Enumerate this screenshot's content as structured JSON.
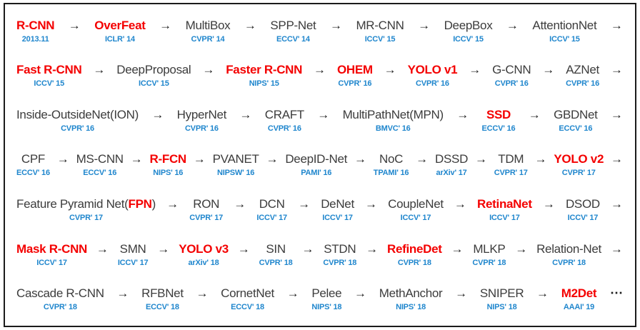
{
  "figure": {
    "title_semantic": "object-detection-milestones-timeline",
    "colors": {
      "highlight_red": "#f40000",
      "venue_blue": "#1f86cd",
      "name_black": "#3c3c3c",
      "border_black": "#1b1b1b",
      "background": "#ffffff"
    },
    "arrow_glyph": "→",
    "ellipsis_glyph": "⋯",
    "rows": [
      {
        "trailing_arrow": true,
        "trailing_ellipsis": false,
        "items": [
          {
            "parts": [
              {
                "t": "R-CNN",
                "red": true
              }
            ],
            "venue": "2013.11"
          },
          {
            "parts": [
              {
                "t": "OverFeat",
                "red": true
              }
            ],
            "venue": "ICLR' 14"
          },
          {
            "parts": [
              {
                "t": "MultiBox",
                "red": false
              }
            ],
            "venue": "CVPR' 14"
          },
          {
            "parts": [
              {
                "t": "SPP-Net",
                "red": false
              }
            ],
            "venue": "ECCV' 14"
          },
          {
            "parts": [
              {
                "t": "MR-CNN",
                "red": false
              }
            ],
            "venue": "ICCV' 15"
          },
          {
            "parts": [
              {
                "t": "DeepBox",
                "red": false
              }
            ],
            "venue": "ICCV' 15"
          },
          {
            "parts": [
              {
                "t": "AttentionNet",
                "red": false
              }
            ],
            "venue": "ICCV' 15"
          }
        ]
      },
      {
        "trailing_arrow": true,
        "trailing_ellipsis": false,
        "items": [
          {
            "parts": [
              {
                "t": "Fast R-CNN",
                "red": true
              }
            ],
            "venue": "ICCV' 15"
          },
          {
            "parts": [
              {
                "t": "DeepProposal",
                "red": false
              }
            ],
            "venue": "ICCV' 15"
          },
          {
            "parts": [
              {
                "t": "Faster R-CNN",
                "red": true
              }
            ],
            "venue": "NIPS' 15"
          },
          {
            "parts": [
              {
                "t": "OHEM",
                "red": true
              }
            ],
            "venue": "CVPR' 16"
          },
          {
            "parts": [
              {
                "t": "YOLO v1",
                "red": true
              }
            ],
            "venue": "CVPR' 16"
          },
          {
            "parts": [
              {
                "t": "G-CNN",
                "red": false
              }
            ],
            "venue": "CVPR' 16"
          },
          {
            "parts": [
              {
                "t": "AZNet",
                "red": false
              }
            ],
            "venue": "CVPR' 16"
          }
        ]
      },
      {
        "trailing_arrow": true,
        "trailing_ellipsis": false,
        "items": [
          {
            "parts": [
              {
                "t": "Inside-OutsideNet(ION)",
                "red": false
              }
            ],
            "venue": "CVPR' 16"
          },
          {
            "parts": [
              {
                "t": "HyperNet",
                "red": false
              }
            ],
            "venue": "CVPR' 16"
          },
          {
            "parts": [
              {
                "t": "CRAFT",
                "red": false
              }
            ],
            "venue": "CVPR' 16"
          },
          {
            "parts": [
              {
                "t": "MultiPathNet(MPN)",
                "red": false
              }
            ],
            "venue": "BMVC' 16"
          },
          {
            "parts": [
              {
                "t": "SSD",
                "red": true
              }
            ],
            "venue": "ECCV' 16"
          },
          {
            "parts": [
              {
                "t": "GBDNet",
                "red": false
              }
            ],
            "venue": "ECCV' 16"
          }
        ]
      },
      {
        "trailing_arrow": true,
        "trailing_ellipsis": false,
        "items": [
          {
            "parts": [
              {
                "t": "CPF",
                "red": false
              }
            ],
            "venue": "ECCV' 16"
          },
          {
            "parts": [
              {
                "t": "MS-CNN",
                "red": false
              }
            ],
            "venue": "ECCV' 16"
          },
          {
            "parts": [
              {
                "t": "R-FCN",
                "red": true
              }
            ],
            "venue": "NIPS' 16"
          },
          {
            "parts": [
              {
                "t": "PVANET",
                "red": false
              }
            ],
            "venue": "NIPSW' 16"
          },
          {
            "parts": [
              {
                "t": "DeepID-Net",
                "red": false
              }
            ],
            "venue": "PAMI' 16"
          },
          {
            "parts": [
              {
                "t": "NoC",
                "red": false
              }
            ],
            "venue": "TPAMI' 16"
          },
          {
            "parts": [
              {
                "t": "DSSD",
                "red": false
              }
            ],
            "venue": "arXiv' 17"
          },
          {
            "parts": [
              {
                "t": "TDM",
                "red": false
              }
            ],
            "venue": "CVPR' 17"
          },
          {
            "parts": [
              {
                "t": "YOLO v2",
                "red": true
              }
            ],
            "venue": "CVPR' 17"
          }
        ]
      },
      {
        "trailing_arrow": true,
        "trailing_ellipsis": false,
        "items": [
          {
            "parts": [
              {
                "t": "Feature Pyramid Net(",
                "red": false
              },
              {
                "t": "FPN",
                "red": true
              },
              {
                "t": ")",
                "red": false
              }
            ],
            "venue": "CVPR' 17"
          },
          {
            "parts": [
              {
                "t": "RON",
                "red": false
              }
            ],
            "venue": "CVPR' 17"
          },
          {
            "parts": [
              {
                "t": "DCN",
                "red": false
              }
            ],
            "venue": "ICCV' 17"
          },
          {
            "parts": [
              {
                "t": "DeNet",
                "red": false
              }
            ],
            "venue": "ICCV' 17"
          },
          {
            "parts": [
              {
                "t": "CoupleNet",
                "red": false
              }
            ],
            "venue": "ICCV' 17"
          },
          {
            "parts": [
              {
                "t": "RetinaNet",
                "red": true
              }
            ],
            "venue": "ICCV' 17"
          },
          {
            "parts": [
              {
                "t": "DSOD",
                "red": false
              }
            ],
            "venue": "ICCV' 17"
          }
        ]
      },
      {
        "trailing_arrow": true,
        "trailing_ellipsis": false,
        "items": [
          {
            "parts": [
              {
                "t": "Mask R-CNN",
                "red": true
              }
            ],
            "venue": "ICCV' 17"
          },
          {
            "parts": [
              {
                "t": "SMN",
                "red": false
              }
            ],
            "venue": "ICCV' 17"
          },
          {
            "parts": [
              {
                "t": "YOLO v3",
                "red": true
              }
            ],
            "venue": "arXiv' 18"
          },
          {
            "parts": [
              {
                "t": "SIN",
                "red": false
              }
            ],
            "venue": "CVPR' 18"
          },
          {
            "parts": [
              {
                "t": "STDN",
                "red": false
              }
            ],
            "venue": "CVPR' 18"
          },
          {
            "parts": [
              {
                "t": "RefineDet",
                "red": true
              }
            ],
            "venue": "CVPR' 18"
          },
          {
            "parts": [
              {
                "t": "MLKP",
                "red": false
              }
            ],
            "venue": "CVPR' 18"
          },
          {
            "parts": [
              {
                "t": "Relation-Net",
                "red": false
              }
            ],
            "venue": "CVPR' 18"
          }
        ]
      },
      {
        "trailing_arrow": false,
        "trailing_ellipsis": true,
        "items": [
          {
            "parts": [
              {
                "t": "Cascade R-CNN",
                "red": false
              }
            ],
            "venue": "CVPR' 18"
          },
          {
            "parts": [
              {
                "t": "RFBNet",
                "red": false
              }
            ],
            "venue": "ECCV' 18"
          },
          {
            "parts": [
              {
                "t": "CornetNet",
                "red": false
              }
            ],
            "venue": "ECCV' 18"
          },
          {
            "parts": [
              {
                "t": "Pelee",
                "red": false
              }
            ],
            "venue": "NIPS' 18"
          },
          {
            "parts": [
              {
                "t": "MethAnchor",
                "red": false
              }
            ],
            "venue": "NIPS' 18"
          },
          {
            "parts": [
              {
                "t": "SNIPER",
                "red": false
              }
            ],
            "venue": "NIPS' 18"
          },
          {
            "parts": [
              {
                "t": "M2Det",
                "red": true
              }
            ],
            "venue": "AAAI' 19"
          }
        ]
      }
    ]
  }
}
